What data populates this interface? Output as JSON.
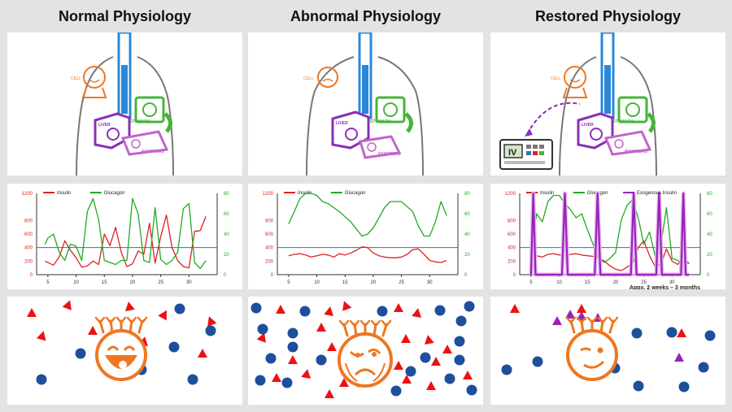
{
  "columns": [
    {
      "id": "normal",
      "title": "Normal Physiology",
      "organs": {
        "cell": "CELL",
        "liver": "LIVER",
        "stomach": "STOMACH",
        "pancreas": "PANCREAS"
      },
      "iv_label": null,
      "chart_data": {
        "type": "line",
        "x_ticks": [
          5,
          10,
          15,
          20,
          25,
          30
        ],
        "y_left_ticks": [
          0,
          200,
          400,
          600,
          800,
          1200
        ],
        "y_right_ticks": [
          0,
          20,
          40,
          60,
          80
        ],
        "ylim_left": [
          0,
          1200
        ],
        "ylim_right": [
          0,
          80
        ],
        "xlim": [
          3,
          35
        ],
        "threshold_y": 400,
        "series": [
          {
            "name": "Insulin",
            "color": "#dd2222",
            "axis": "left",
            "x": [
              4.5,
              6,
              7,
              8,
              9,
              10,
              11,
              12,
              13,
              14,
              15,
              16,
              17,
              18,
              19,
              20,
              21,
              22,
              23,
              24,
              25,
              26,
              27,
              28,
              29,
              30,
              31,
              32,
              33
            ],
            "values": [
              200,
              140,
              260,
              500,
              360,
              250,
              110,
              130,
              200,
              150,
              600,
              430,
              700,
              330,
              120,
              160,
              350,
              300,
              760,
              170,
              560,
              880,
              400,
              210,
              120,
              100,
              640,
              650,
              860
            ]
          },
          {
            "name": "Glucagon",
            "color": "#22aa22",
            "axis": "right",
            "x": [
              4.5,
              5,
              6,
              7,
              8,
              9,
              10,
              11,
              12,
              13,
              14,
              15,
              16,
              17,
              18,
              19,
              20,
              21,
              22,
              23,
              24,
              25,
              26,
              27,
              28,
              29,
              30,
              31,
              32,
              33
            ],
            "values": [
              30,
              36,
              40,
              22,
              14,
              30,
              28,
              14,
              62,
              75,
              54,
              14,
              12,
              10,
              14,
              14,
              75,
              60,
              14,
              12,
              66,
              15,
              10,
              14,
              22,
              65,
              70,
              12,
              6,
              14
            ]
          }
        ],
        "xlabel": "",
        "ylabel": ""
      },
      "cell_state": "happy",
      "particles": {
        "triangles": 9,
        "circles": 7
      }
    },
    {
      "id": "abnormal",
      "title": "Abnormal Physiology",
      "organs": {
        "cell": "CELL",
        "liver": "LIVER",
        "stomach": "STOMACH",
        "pancreas": "PANCREAS"
      },
      "iv_label": null,
      "chart_data": {
        "type": "line",
        "x_ticks": [
          5,
          10,
          15,
          20,
          25,
          30
        ],
        "y_left_ticks": [
          0,
          200,
          400,
          600,
          800,
          1200
        ],
        "y_right_ticks": [
          0,
          20,
          40,
          60,
          80
        ],
        "ylim_left": [
          0,
          1200
        ],
        "ylim_right": [
          0,
          80
        ],
        "xlim": [
          3,
          35
        ],
        "threshold_y": 400,
        "series": [
          {
            "name": "Insulin",
            "color": "#dd2222",
            "axis": "left",
            "x": [
              5,
              6,
              7,
              8,
              9,
              10,
              11,
              12,
              13,
              14,
              15,
              16,
              17,
              18,
              19,
              20,
              21,
              22,
              23,
              24,
              25,
              26,
              27,
              28,
              29,
              30,
              31,
              32,
              33
            ],
            "values": [
              280,
              300,
              310,
              290,
              260,
              280,
              300,
              290,
              260,
              310,
              290,
              320,
              360,
              410,
              400,
              320,
              280,
              260,
              250,
              250,
              260,
              300,
              370,
              380,
              300,
              210,
              190,
              180,
              210
            ]
          },
          {
            "name": "Glucagon",
            "color": "#22aa22",
            "axis": "right",
            "x": [
              5,
              6,
              7,
              8,
              9,
              10,
              11,
              12,
              13,
              14,
              15,
              16,
              17,
              18,
              19,
              20,
              21,
              22,
              23,
              24,
              25,
              26,
              27,
              28,
              29,
              30,
              31,
              32,
              33
            ],
            "values": [
              50,
              62,
              75,
              80,
              80,
              78,
              72,
              70,
              66,
              62,
              57,
              52,
              45,
              38,
              40,
              46,
              56,
              66,
              72,
              72,
              72,
              67,
              62,
              48,
              38,
              38,
              52,
              72,
              58
            ]
          }
        ],
        "xlabel": "",
        "ylabel": ""
      },
      "cell_state": "sad",
      "particles": {
        "triangles": 21,
        "circles": 21
      }
    },
    {
      "id": "restored",
      "title": "Restored Physiology",
      "organs": {
        "cell": "CELL",
        "liver": "LIVER",
        "stomach": "STOMACH",
        "pancreas": "PANCREAS"
      },
      "iv_label": "IV",
      "chart_data": {
        "type": "line",
        "x_ticks": [
          5,
          10,
          15,
          20,
          25,
          30
        ],
        "y_left_ticks": [
          0,
          200,
          400,
          600,
          800,
          1200
        ],
        "y_right_ticks": [
          0,
          20,
          40,
          60,
          80
        ],
        "ylim_left": [
          0,
          1200
        ],
        "ylim_right": [
          0,
          80
        ],
        "xlim": [
          3,
          35
        ],
        "threshold_y": 400,
        "note": "Appx. 2 weeks – 3 months",
        "series": [
          {
            "name": "Insulin",
            "color": "#dd2222",
            "axis": "left",
            "x": [
              5,
              6,
              7,
              8,
              9,
              10,
              11,
              12,
              13,
              14,
              15,
              16,
              17,
              18,
              19,
              20,
              21,
              22,
              23,
              24,
              25,
              26,
              27,
              28,
              29,
              30,
              31,
              32,
              33
            ],
            "values": [
              300,
              280,
              260,
              300,
              310,
              290,
              280,
              300,
              310,
              290,
              280,
              270,
              250,
              200,
              130,
              80,
              60,
              110,
              170,
              400,
              500,
              280,
              120,
              150,
              380,
              200,
              150,
              260,
              160
            ]
          },
          {
            "name": "Glucagon",
            "color": "#22aa22",
            "axis": "right",
            "x": [
              5,
              6,
              7,
              8,
              9,
              10,
              11,
              12,
              13,
              14,
              15,
              16,
              17,
              18,
              19,
              20,
              21,
              22,
              23,
              24,
              25,
              26,
              27,
              28,
              29,
              30,
              31,
              32,
              33
            ],
            "values": [
              22,
              60,
              52,
              72,
              78,
              78,
              70,
              64,
              56,
              60,
              44,
              30,
              16,
              12,
              16,
              22,
              54,
              68,
              74,
              56,
              30,
              42,
              18,
              28,
              66,
              16,
              14,
              10,
              12
            ]
          },
          {
            "name": "Exogenous Insulin",
            "color": "#9922bb",
            "axis": "left",
            "x": [
              5,
              5.4,
              5.8,
              6.3,
              10.5,
              11,
              11.5,
              12,
              16.3,
              16.8,
              17.3,
              22.7,
              23.2,
              23.7,
              27.2,
              27.7,
              28.2,
              31.6,
              32,
              32.4,
              33
            ],
            "values": [
              0,
              1200,
              0,
              0,
              0,
              1200,
              0,
              0,
              0,
              1200,
              0,
              0,
              1200,
              0,
              0,
              1200,
              0,
              0,
              1200,
              0,
              0
            ]
          }
        ],
        "xlabel": "",
        "ylabel": ""
      },
      "cell_state": "wink",
      "particles": {
        "triangles": 3,
        "circles": 9,
        "purple_triangles": 5
      }
    }
  ],
  "colors": {
    "insulin": "#dd2222",
    "glucagon": "#22aa22",
    "exogenous_insulin": "#9922bb",
    "threshold": "#2a72b8",
    "cell": "#ee7722",
    "circle_particle": "#1d4f9c",
    "triangle_particle": "#ee1111",
    "organ_green": "#44b538",
    "organ_purple": "#8b2fb8",
    "organ_pink": "#c264cc",
    "esophagus_blue": "#2a88d8"
  }
}
